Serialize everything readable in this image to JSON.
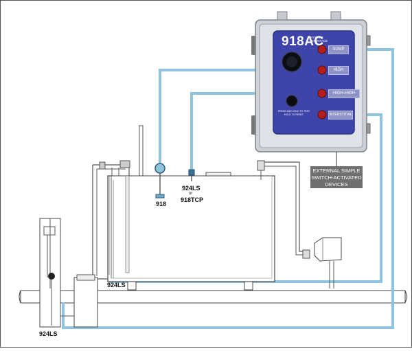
{
  "panel": {
    "title": "918AC",
    "subtitle": "SYSTEM INTERFACE",
    "indicators": [
      {
        "label": "SUMP"
      },
      {
        "label": "HIGH"
      },
      {
        "label": "HIGH-HIGH"
      },
      {
        "label": "INTERSTITIAL"
      }
    ],
    "press_text": "PRESS AND HOLD TO TEST HOLD TO RESET"
  },
  "external_devices": "EXTERNAL SIMPLE SWITCH-ACTIVATED DEVICES",
  "labels": {
    "gauge_918": "918",
    "sensor_top": "924LS",
    "sensor_or": "or",
    "sensor_bottom": "918TCP",
    "interstitial_sensor": "924LS",
    "sump_sensor": "924LS"
  },
  "colors": {
    "wire": "#8ec4dd",
    "panel_body": "#cdd1d6",
    "panel_face": "#3f45a8",
    "label_bg": "#8f94c8",
    "lamp": "#b21e1e",
    "device_box": "#6f6f6f"
  }
}
